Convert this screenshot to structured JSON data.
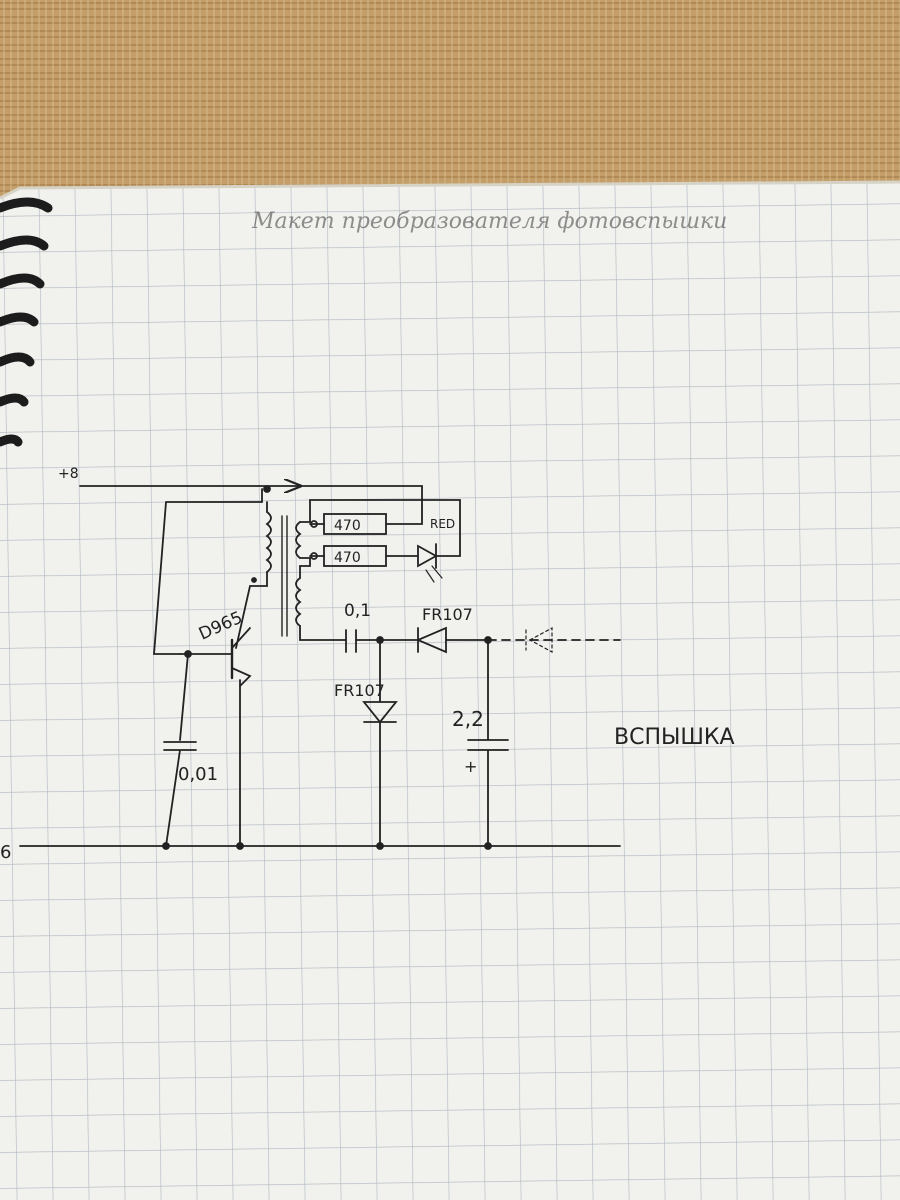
{
  "photo": {
    "page_title": "Макет преобразователя фотовспышки",
    "supply_plus_label": "+8",
    "ground_label": "6",
    "resistor_1_value": "470",
    "resistor_2_value": "470",
    "led_label": "RED",
    "transistor_label": "D965",
    "coupling_cap_label": "0,1",
    "diode_series_label": "FR107",
    "diode_shunt_label": "FR107",
    "base_cap_label": "0,01",
    "storage_cap_label": "2,2",
    "storage_cap_polarity": "+",
    "flash_label": "ВСПЫШКА"
  },
  "colors": {
    "wood_base": "#c9a873",
    "paper": "#f1f1ee",
    "grid": "#aeb7bf",
    "ink": "#222222",
    "pencil": "#5a5a5a",
    "spiral": "#1c1c1c"
  }
}
